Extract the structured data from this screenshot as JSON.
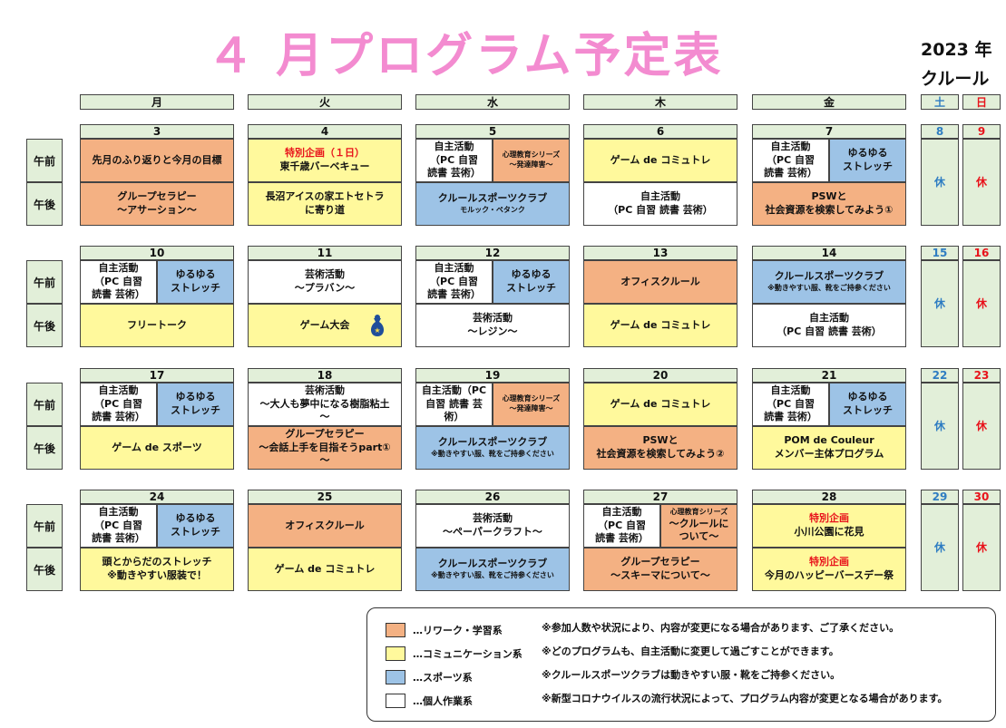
{
  "title": "４ 月プログラム予定表",
  "year": "2023 年",
  "org": "クルール",
  "weekday_headers": [
    "月",
    "火",
    "水",
    "木",
    "金",
    "土",
    "日"
  ],
  "period_labels": {
    "am": "午前",
    "pm": "午後"
  },
  "colors": {
    "orange": "#f4b183",
    "yellow": "#fff99c",
    "blue": "#9dc3e6",
    "white": "#ffffff",
    "header_green": "#e2efd9",
    "title_pink": "#f38bd0",
    "holiday_red": "#e8131b",
    "saturday_blue": "#2f7dc2"
  },
  "holiday_text": "休",
  "weeks": [
    {
      "dates": [
        "3",
        "4",
        "5",
        "6",
        "7",
        "8",
        "9"
      ],
      "days": [
        {
          "am": {
            "type": "full",
            "color": "o",
            "lines": [
              "先月のふり返りと今月の目標"
            ]
          },
          "pm": {
            "type": "full",
            "color": "o",
            "lines": [
              "グループセラピー",
              "～アサーション～"
            ]
          }
        },
        {
          "am": {
            "type": "full",
            "color": "y",
            "lines": [
              "特別企画（１日）",
              "東千歳バーベキュー"
            ],
            "red_first": true
          },
          "pm": {
            "type": "full",
            "color": "y",
            "lines": [
              "長沼アイスの家エトセトラ",
              "に寄り道"
            ]
          }
        },
        {
          "am": {
            "type": "split",
            "left": {
              "color": "w",
              "lines": [
                "自主活動",
                "（PC 自習",
                "読書 芸術）"
              ]
            },
            "right": {
              "color": "o",
              "lines": [
                "心理教育シリーズ",
                "～発達障害～"
              ],
              "small": true
            }
          },
          "pm": {
            "type": "full",
            "color": "b",
            "lines": [
              "クルールスポーツクラブ",
              "モルック・ペタンク"
            ],
            "small_last": true
          }
        },
        {
          "am": {
            "type": "full",
            "color": "y",
            "lines": [
              "ゲーム de コミュトレ"
            ]
          },
          "pm": {
            "type": "full",
            "color": "w",
            "lines": [
              "自主活動",
              "（PC 自習 読書 芸術）"
            ]
          }
        },
        {
          "am": {
            "type": "split",
            "left": {
              "color": "w",
              "lines": [
                "自主活動",
                "（PC 自習",
                "読書 芸術）"
              ]
            },
            "right": {
              "color": "b",
              "lines": [
                "ゆるゆる",
                "ストレッチ"
              ]
            }
          },
          "pm": {
            "type": "full",
            "color": "o",
            "lines": [
              "PSWと",
              "社会資源を検索してみよう①"
            ]
          }
        }
      ]
    },
    {
      "dates": [
        "10",
        "11",
        "12",
        "13",
        "14",
        "15",
        "16"
      ],
      "days": [
        {
          "am": {
            "type": "split",
            "left": {
              "color": "w",
              "lines": [
                "自主活動",
                "（PC 自習",
                "読書 芸術）"
              ]
            },
            "right": {
              "color": "b",
              "lines": [
                "ゆるゆる",
                "ストレッチ"
              ]
            }
          },
          "pm": {
            "type": "full",
            "color": "y",
            "lines": [
              "フリートーク"
            ]
          }
        },
        {
          "am": {
            "type": "full",
            "color": "w",
            "lines": [
              "芸術活動",
              "～プラバン～"
            ]
          },
          "pm": {
            "type": "full",
            "color": "y",
            "lines": [
              "ゲーム大会"
            ],
            "icon": "prize-bag-icon"
          }
        },
        {
          "am": {
            "type": "split",
            "left": {
              "color": "w",
              "lines": [
                "自主活動",
                "（PC 自習",
                "読書 芸術）"
              ]
            },
            "right": {
              "color": "b",
              "lines": [
                "ゆるゆる",
                "ストレッチ"
              ]
            }
          },
          "pm": {
            "type": "full",
            "color": "w",
            "lines": [
              "芸術活動",
              "～レジン～"
            ]
          }
        },
        {
          "am": {
            "type": "full",
            "color": "o",
            "lines": [
              "オフィスクルール"
            ]
          },
          "pm": {
            "type": "full",
            "color": "y",
            "lines": [
              "ゲーム de コミュトレ"
            ]
          }
        },
        {
          "am": {
            "type": "full",
            "color": "b",
            "lines": [
              "クルールスポーツクラブ",
              "※動きやすい服、靴をご持参ください"
            ],
            "small_last": true
          },
          "pm": {
            "type": "full",
            "color": "w",
            "lines": [
              "自主活動",
              "（PC 自習 読書 芸術）"
            ]
          }
        }
      ]
    },
    {
      "dates": [
        "17",
        "18",
        "19",
        "20",
        "21",
        "22",
        "23"
      ],
      "days": [
        {
          "am": {
            "type": "split",
            "left": {
              "color": "w",
              "lines": [
                "自主活動",
                "（PC 自習",
                "読書 芸術）"
              ]
            },
            "right": {
              "color": "b",
              "lines": [
                "ゆるゆる",
                "ストレッチ"
              ]
            }
          },
          "pm": {
            "type": "full",
            "color": "y",
            "lines": [
              "ゲーム de スポーツ"
            ]
          }
        },
        {
          "am": {
            "type": "full",
            "color": "w",
            "lines": [
              "芸術活動",
              "～大人も夢中になる樹脂粘土",
              "～"
            ]
          },
          "pm": {
            "type": "full",
            "color": "o",
            "lines": [
              "グループセラピー",
              "～会話上手を目指そうpart①",
              "～"
            ]
          }
        },
        {
          "am": {
            "type": "split",
            "left": {
              "color": "w",
              "lines": [
                "自主活動（PC",
                "自習 読書 芸",
                "術）"
              ]
            },
            "right": {
              "color": "o",
              "lines": [
                "心理教育シリーズ",
                "～発達障害～"
              ],
              "small": true
            }
          },
          "pm": {
            "type": "full",
            "color": "b",
            "lines": [
              "クルールスポーツクラブ",
              "※動きやすい服、靴をご持参ください"
            ],
            "small_last": true
          }
        },
        {
          "am": {
            "type": "full",
            "color": "y",
            "lines": [
              "ゲーム de コミュトレ"
            ]
          },
          "pm": {
            "type": "full",
            "color": "o",
            "lines": [
              "PSWと",
              "社会資源を検索してみよう②"
            ]
          }
        },
        {
          "am": {
            "type": "split",
            "left": {
              "color": "w",
              "lines": [
                "自主活動",
                "（PC 自習",
                "読書 芸術）"
              ]
            },
            "right": {
              "color": "b",
              "lines": [
                "ゆるゆる",
                "ストレッチ"
              ]
            }
          },
          "pm": {
            "type": "full",
            "color": "y",
            "lines": [
              "POM de Couleur",
              "メンバー主体プログラム"
            ]
          }
        }
      ]
    },
    {
      "dates": [
        "24",
        "25",
        "26",
        "27",
        "28",
        "29",
        "30"
      ],
      "days": [
        {
          "am": {
            "type": "split",
            "left": {
              "color": "w",
              "lines": [
                "自主活動",
                "（PC 自習",
                "読書 芸術）"
              ]
            },
            "right": {
              "color": "b",
              "lines": [
                "ゆるゆる",
                "ストレッチ"
              ]
            }
          },
          "pm": {
            "type": "full",
            "color": "y",
            "lines": [
              "頭とからだのストレッチ",
              "※動きやすい服装で！"
            ]
          }
        },
        {
          "am": {
            "type": "full",
            "color": "o",
            "lines": [
              "オフィスクルール"
            ]
          },
          "pm": {
            "type": "full",
            "color": "y",
            "lines": [
              "ゲーム de コミュトレ"
            ]
          }
        },
        {
          "am": {
            "type": "full",
            "color": "w",
            "lines": [
              "芸術活動",
              "～ペーパークラフト～"
            ]
          },
          "pm": {
            "type": "full",
            "color": "b",
            "lines": [
              "クルールスポーツクラブ",
              "※動きやすい服、靴をご持参ください"
            ],
            "small_last": true
          }
        },
        {
          "am": {
            "type": "split",
            "left": {
              "color": "w",
              "lines": [
                "自主活動",
                "（PC 自習",
                "読書 芸術）"
              ]
            },
            "right": {
              "color": "o",
              "lines": [
                "心理教育シリーズ",
                "～クルールに",
                "ついて～"
              ],
              "small_first": true
            }
          },
          "pm": {
            "type": "full",
            "color": "o",
            "lines": [
              "グループセラピー",
              "～スキーマについて～"
            ]
          }
        },
        {
          "am": {
            "type": "full",
            "color": "y",
            "lines": [
              "特別企画",
              "小川公園に花見"
            ],
            "red_first": true
          },
          "pm": {
            "type": "full",
            "color": "y",
            "lines": [
              "特別企画",
              "今月のハッピーバースデー祭"
            ],
            "red_first": true
          }
        }
      ]
    }
  ],
  "legend": {
    "items": [
      {
        "color": "o",
        "label": "…リワーク・学習系"
      },
      {
        "color": "y",
        "label": "…コミュニケーション系"
      },
      {
        "color": "b",
        "label": "…スポーツ系"
      },
      {
        "color": "w",
        "label": "…個人作業系"
      }
    ],
    "notes": [
      "※参加人数や状況により、内容が変更になる場合があります、ご了承ください。",
      "※どのプログラムも、自主活動に変更して過ごすことができます。",
      "※クルールスポーツクラブは動きやすい服・靴をご持参ください。",
      "※新型コロナウイルスの流行状況によって、プログラム内容が変更となる場合があります。"
    ]
  }
}
